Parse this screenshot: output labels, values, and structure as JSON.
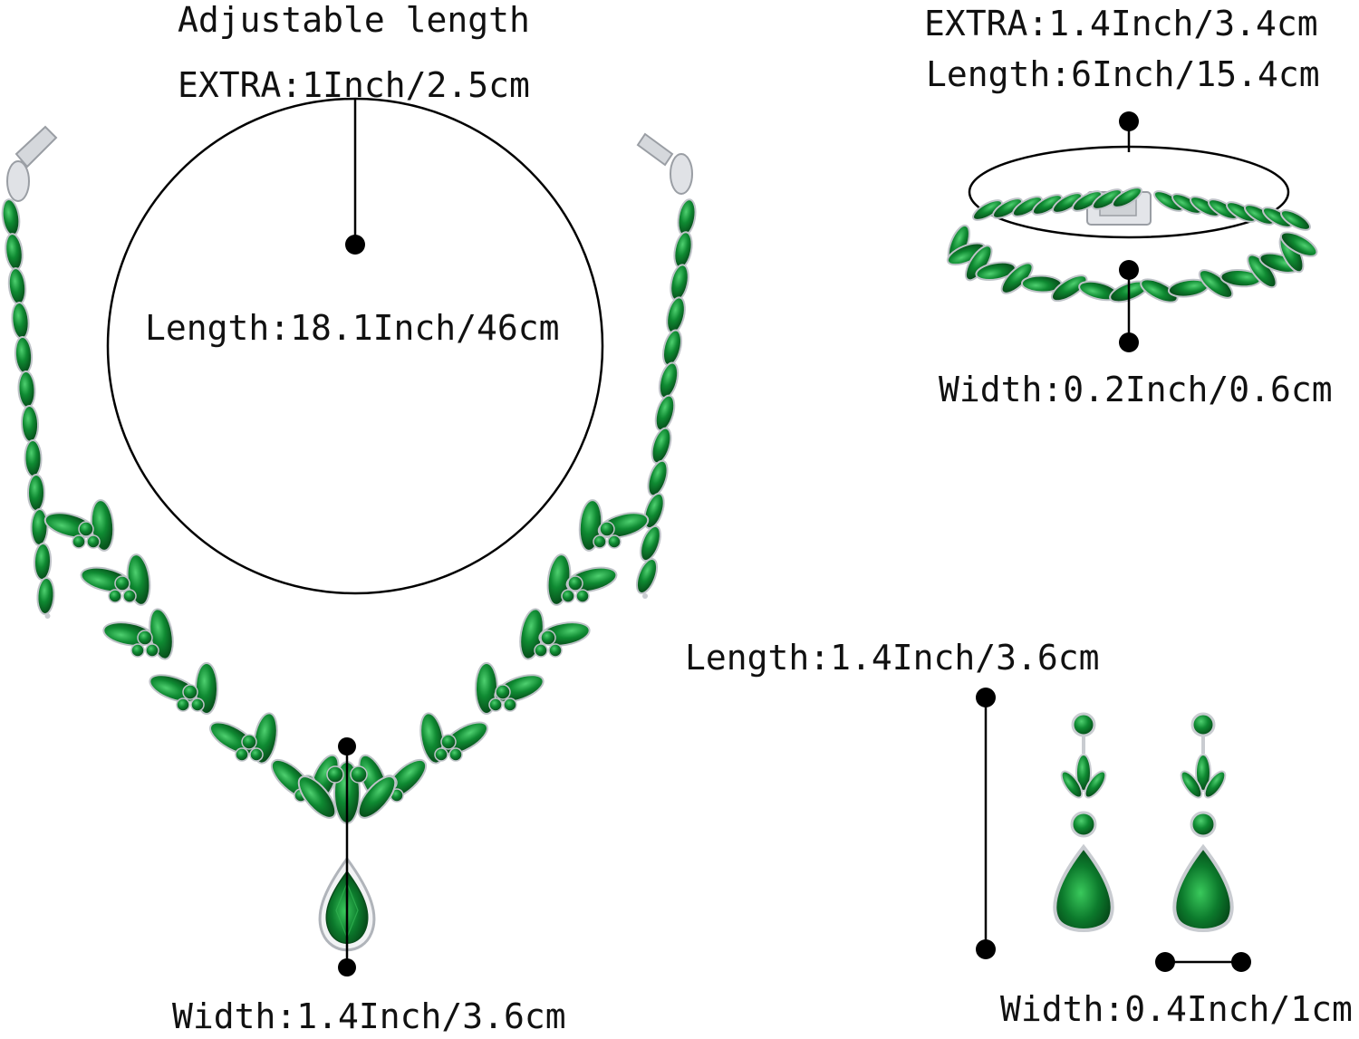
{
  "necklace": {
    "adjustable_label": "Adjustable length",
    "extra_label": "EXTRA:1Inch/2.5cm",
    "length_label": "Length:18.1Inch/46cm",
    "width_label": "Width:1.4Inch/3.6cm"
  },
  "bracelet": {
    "extra_label": "EXTRA:1.4Inch/3.4cm",
    "length_label": "Length:6Inch/15.4cm",
    "width_label": "Width:0.2Inch/0.6cm"
  },
  "earrings": {
    "length_label": "Length:1.4Inch/3.6cm",
    "width_label": "Width:0.4Inch/1cm"
  },
  "colors": {
    "gem_green": "#0f7a2e",
    "gem_dark": "#064d1c",
    "gem_light": "#3fbf5f",
    "metal": "#c9ccd1",
    "line": "#000000"
  }
}
